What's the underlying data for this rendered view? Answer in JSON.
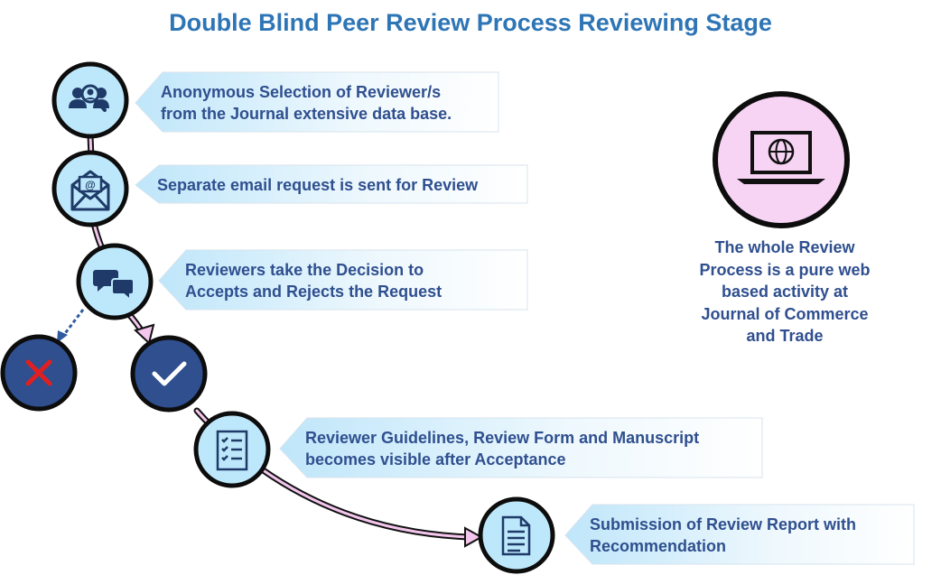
{
  "title": "Double Blind Peer Review Process Reviewing Stage",
  "steps": [
    {
      "text_line1": "Anonymous Selection of Reviewer/s",
      "text_line2": "from the Journal extensive data base.",
      "icon": "reviewer-search-icon"
    },
    {
      "text_line1": "Separate email request is sent for Review",
      "text_line2": "",
      "icon": "email-envelope-icon"
    },
    {
      "text_line1": "Reviewers take the Decision to",
      "text_line2": "Accepts and Rejects the Request",
      "icon": "chat-bubbles-icon"
    },
    {
      "text_line1": "Reviewer Guidelines, Review Form and Manuscript",
      "text_line2": "becomes visible after Acceptance",
      "icon": "checklist-icon"
    },
    {
      "text_line1": "Submission of Review Report with",
      "text_line2": "Recommendation",
      "icon": "document-icon"
    }
  ],
  "decisions": {
    "reject_icon": "cross-icon",
    "accept_icon": "checkmark-icon"
  },
  "side_note": {
    "line1": "The whole Review",
    "line2": "Process is a pure web",
    "line3": "based activity at",
    "line4": "Journal of Commerce",
    "line5": "and Trade",
    "icon": "laptop-globe-icon"
  },
  "colors": {
    "title": "#2e75b6",
    "text": "#2f4f8f",
    "circle_fill": "#bde8fb",
    "circle_stroke": "#0d0d0d",
    "icon_navy": "#1f3a68",
    "decision_fill": "#2f4f8f",
    "reject_cross": "#e02020",
    "connector": "#f4c6ee",
    "callout_start": "#bfe6fa",
    "laptop_circle": "#f7d3f4"
  }
}
